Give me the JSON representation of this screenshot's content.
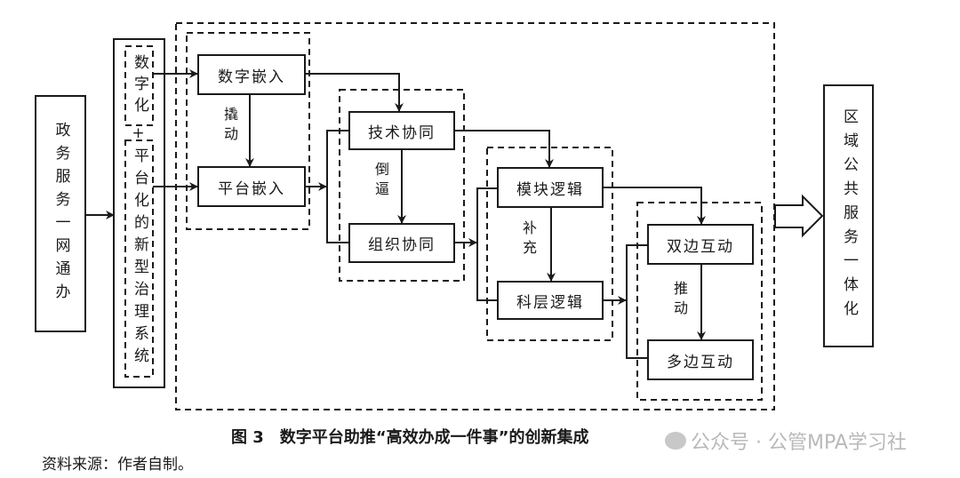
{
  "left_box": "政务服务一网通办",
  "governance": {
    "top": "数字化",
    "plus": "+",
    "bottom": "平台化的新型治理系统"
  },
  "stage1": {
    "top": "数字嵌入",
    "bottom": "平台嵌入",
    "relation": "撬动"
  },
  "stage2": {
    "top": "技术协同",
    "bottom": "组织协同",
    "relation": "倒逼"
  },
  "stage3": {
    "top": "模块逻辑",
    "bottom": "科层逻辑",
    "relation": "补充"
  },
  "stage4": {
    "top": "双边互动",
    "bottom": "多边互动",
    "relation": "推动"
  },
  "right_box": "区域公共服务一体化",
  "caption": "图 3　数字平台助推“高效办成一件事”的创新集成",
  "source": "资料来源：作者自制。",
  "watermark": "公众号 · 公管MPA学习社"
}
